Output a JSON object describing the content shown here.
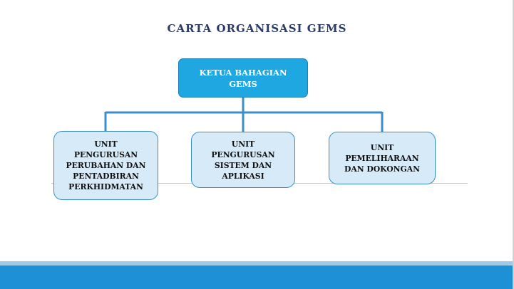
{
  "title": "CARTA ORGANISASI GEMS",
  "colors": {
    "title": "#2b3a66",
    "top_box_fill": "#1ea7e1",
    "child_box_fill": "#d6eaf8",
    "connector": "#3b8fc9",
    "footer": "#1e90d6"
  },
  "root": {
    "label": "KETUA BAHAGIAN\nGEMS"
  },
  "units": [
    {
      "label": "UNIT\nPENGURUSAN\nPERUBAHAN DAN\nPENTADBIRAN\nPERKHIDMATAN"
    },
    {
      "label": "UNIT\nPENGURUSAN\nSISTEM DAN\nAPLIKASI"
    },
    {
      "label": "UNIT\nPEMELIHARAAN\nDAN DOKONGAN"
    }
  ]
}
